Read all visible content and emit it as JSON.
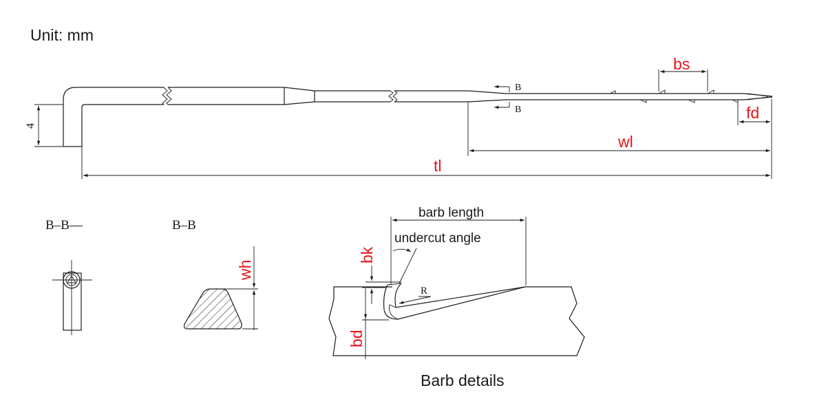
{
  "unit_label": "Unit: mm",
  "needle": {
    "height_value": "4",
    "section_marker": "B",
    "dims": {
      "bs": "bs",
      "fd": "fd",
      "wl": "wl",
      "tl": "tl"
    }
  },
  "sections": {
    "left_title": "B–B—",
    "right_title": "B–B",
    "wh": "wh"
  },
  "barb": {
    "barb_length": "barb length",
    "undercut_angle": "undercut angle",
    "radius": "R",
    "bk": "bk",
    "bd": "bd",
    "caption": "Barb details"
  },
  "colors": {
    "dimension_red": "#e8141c",
    "line": "#1a1a1a"
  }
}
